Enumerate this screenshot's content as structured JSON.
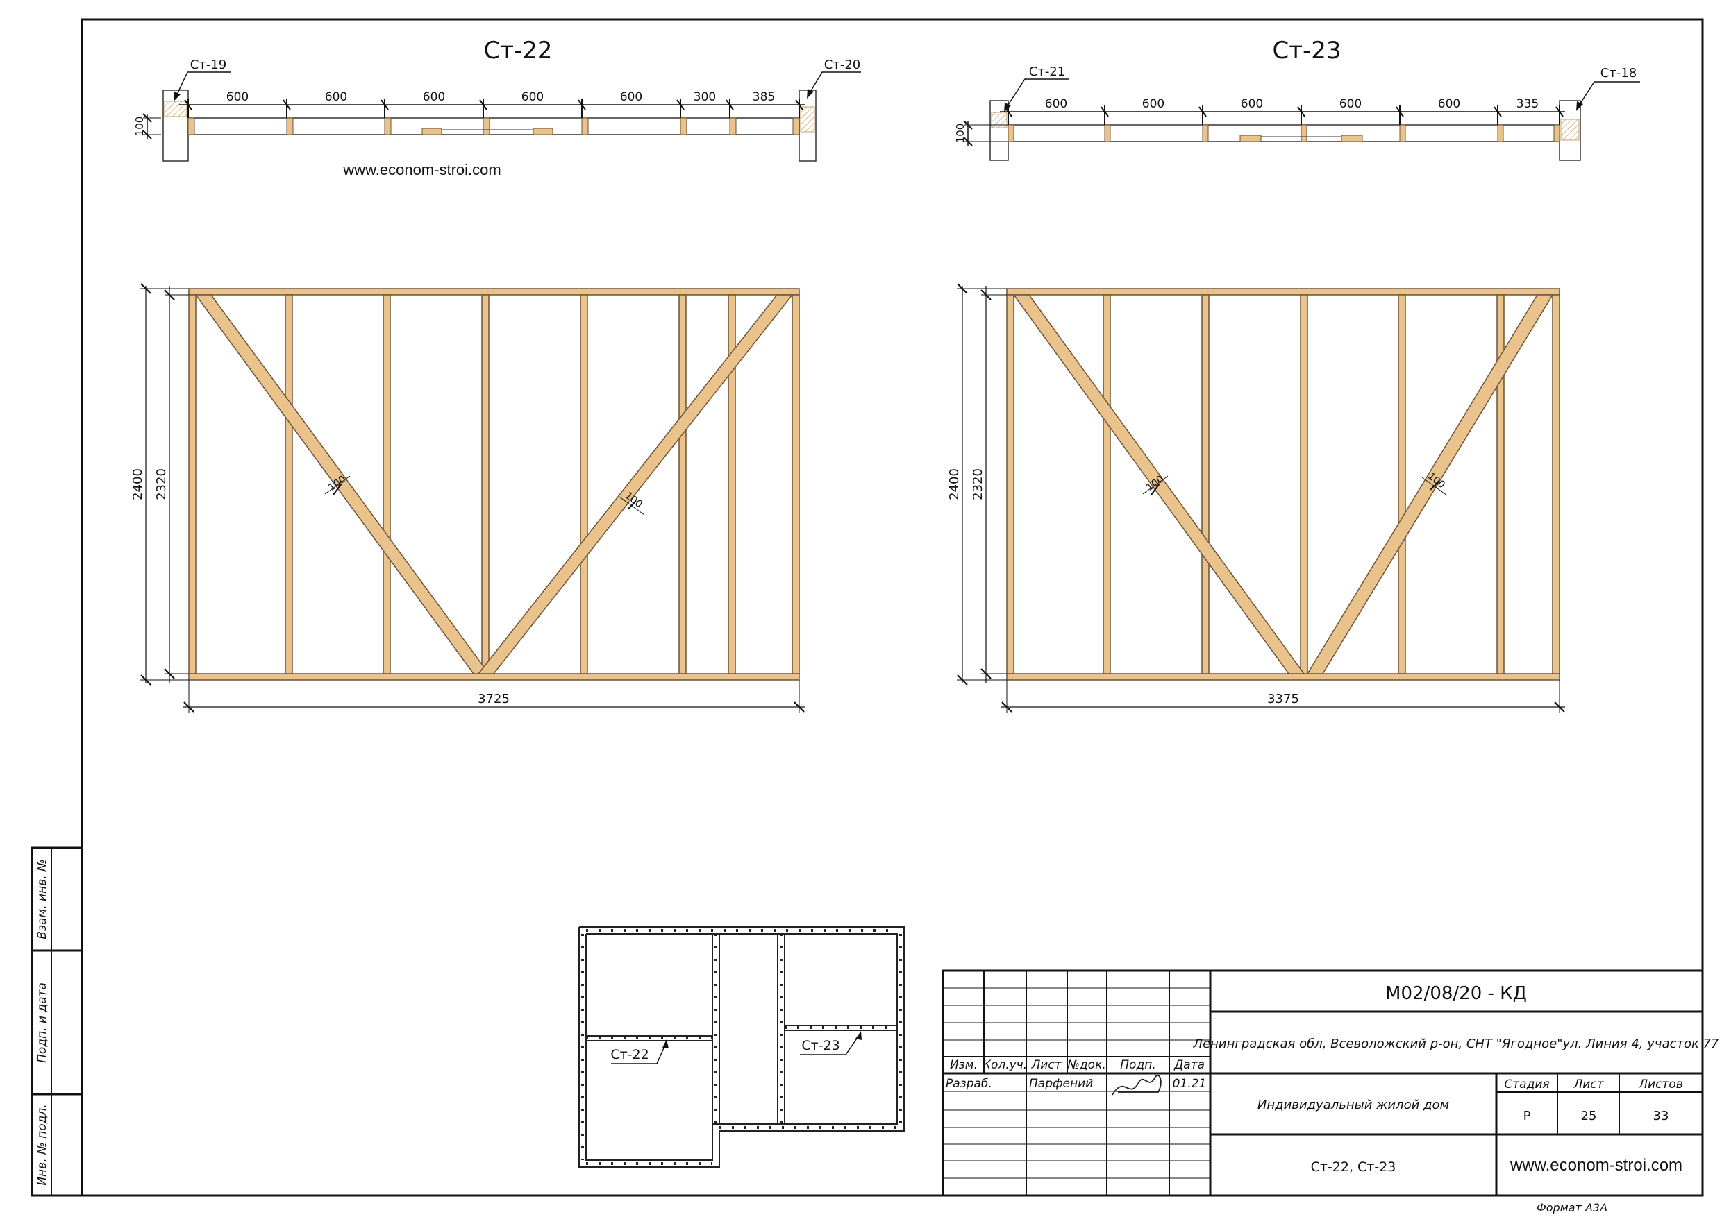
{
  "walls": [
    {
      "title": "Ст-22",
      "left_ref": "Ст-19",
      "right_ref": "Ст-20",
      "spacings": [
        "600",
        "600",
        "600",
        "600",
        "600",
        "300",
        "385"
      ],
      "thickness": "100",
      "height_outer": "2400",
      "height_inner": "2320",
      "length": "3725",
      "brace": "100"
    },
    {
      "title": "Ст-23",
      "left_ref": "Ст-21",
      "right_ref": "Ст-18",
      "spacings": [
        "600",
        "600",
        "600",
        "600",
        "600",
        "335"
      ],
      "thickness": "100",
      "height_outer": "2400",
      "height_inner": "2320",
      "length": "3375",
      "brace": "100"
    }
  ],
  "website": "www.econom-stroi.com",
  "key_plan": {
    "label_1": "Ст-22",
    "label_2": "Ст-23"
  },
  "side_stamp": [
    "Взам. инв. №",
    "Подп. и дата",
    "Инв. № подл."
  ],
  "title_block": {
    "code": "М02/08/20 - КД",
    "address": "Ленинградская обл, Всеволожский р-он, СНТ \"Ягодное\"ул. Линия 4, участок 77",
    "headers": [
      "Изм.",
      "Кол.уч.",
      "Лист",
      "№док.",
      "Подп.",
      "Дата"
    ],
    "role": "Разраб.",
    "author": "Парфений",
    "date": "01.21",
    "object": "Индивидуальный жилой дом",
    "stage_label": "Стадия",
    "sheet_label": "Лист",
    "sheets_label": "Листов",
    "stage": "Р",
    "sheet": "25",
    "sheets": "33",
    "drawing": "Ст-22, Ст-23",
    "website": "www.econom-stroi.com"
  },
  "format": "Формат А3А",
  "colors": {
    "wood": "#eac28c",
    "wood_edge": "#6d5336",
    "line": "#111111"
  }
}
